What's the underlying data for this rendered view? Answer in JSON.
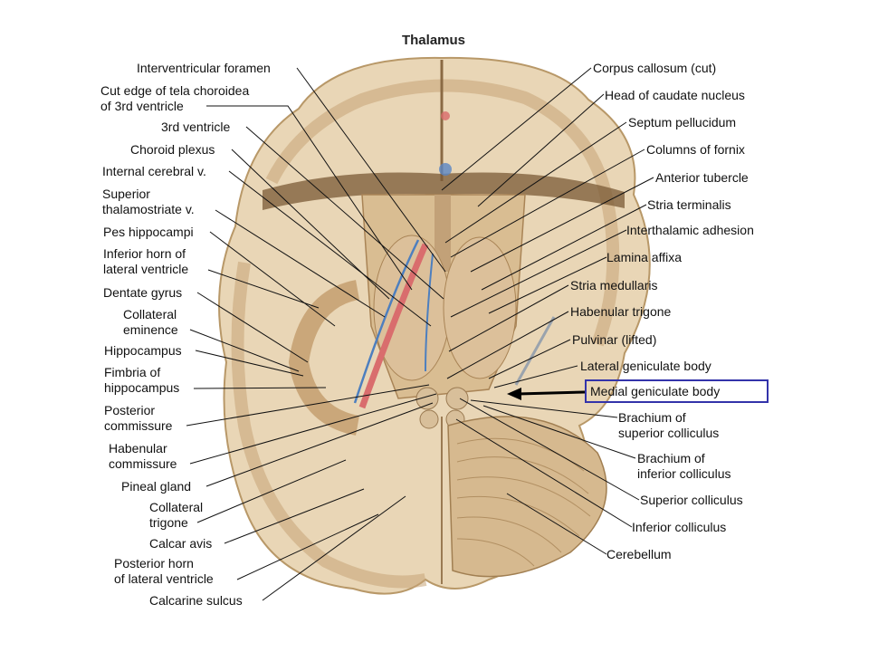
{
  "title": "Thalamus",
  "colors": {
    "highlight_box": "#3333aa",
    "arrow": "#000000",
    "tissue": "#e6d1b0",
    "tissue_dark": "#c9a97e"
  },
  "highlight": "Medial geniculate body",
  "left_labels": [
    {
      "lines": [
        "Interventricular foramen"
      ]
    },
    {
      "lines": [
        "Cut edge of tela choroidea",
        "of 3rd ventricle"
      ]
    },
    {
      "lines": [
        "3rd ventricle"
      ]
    },
    {
      "lines": [
        "Choroid plexus"
      ]
    },
    {
      "lines": [
        "Internal cerebral v."
      ]
    },
    {
      "lines": [
        "Superior",
        "thalamostriate v."
      ]
    },
    {
      "lines": [
        "Pes hippocampi"
      ]
    },
    {
      "lines": [
        "Inferior horn of",
        "lateral ventricle"
      ]
    },
    {
      "lines": [
        "Dentate gyrus"
      ]
    },
    {
      "lines": [
        "Collateral",
        "eminence"
      ]
    },
    {
      "lines": [
        "Hippocampus"
      ]
    },
    {
      "lines": [
        "Fimbria of",
        "hippocampus"
      ]
    },
    {
      "lines": [
        "Posterior",
        "commissure"
      ]
    },
    {
      "lines": [
        "Habenular",
        "commissure"
      ]
    },
    {
      "lines": [
        "Pineal gland"
      ]
    },
    {
      "lines": [
        "Collateral",
        "trigone"
      ]
    },
    {
      "lines": [
        "Calcar avis"
      ]
    },
    {
      "lines": [
        "Posterior horn",
        "of lateral ventricle"
      ]
    },
    {
      "lines": [
        "Calcarine sulcus"
      ]
    }
  ],
  "right_labels": [
    {
      "lines": [
        "Corpus callosum (cut)"
      ]
    },
    {
      "lines": [
        "Head of caudate nucleus"
      ]
    },
    {
      "lines": [
        "Septum pellucidum"
      ]
    },
    {
      "lines": [
        "Columns of fornix"
      ]
    },
    {
      "lines": [
        "Anterior tubercle"
      ]
    },
    {
      "lines": [
        "Stria terminalis"
      ]
    },
    {
      "lines": [
        "Interthalamic adhesion"
      ]
    },
    {
      "lines": [
        "Lamina affixa"
      ]
    },
    {
      "lines": [
        "Stria medullaris"
      ]
    },
    {
      "lines": [
        "Habenular trigone"
      ]
    },
    {
      "lines": [
        "Pulvinar (lifted)"
      ]
    },
    {
      "lines": [
        "Lateral geniculate body"
      ]
    },
    {
      "lines": [
        "Medial geniculate body"
      ]
    },
    {
      "lines": [
        "Brachium of",
        "superior colliculus"
      ]
    },
    {
      "lines": [
        "Brachium of",
        "inferior colliculus"
      ]
    },
    {
      "lines": [
        "Superior colliculus"
      ]
    },
    {
      "lines": [
        "Inferior colliculus"
      ]
    },
    {
      "lines": [
        "Cerebellum"
      ]
    }
  ]
}
